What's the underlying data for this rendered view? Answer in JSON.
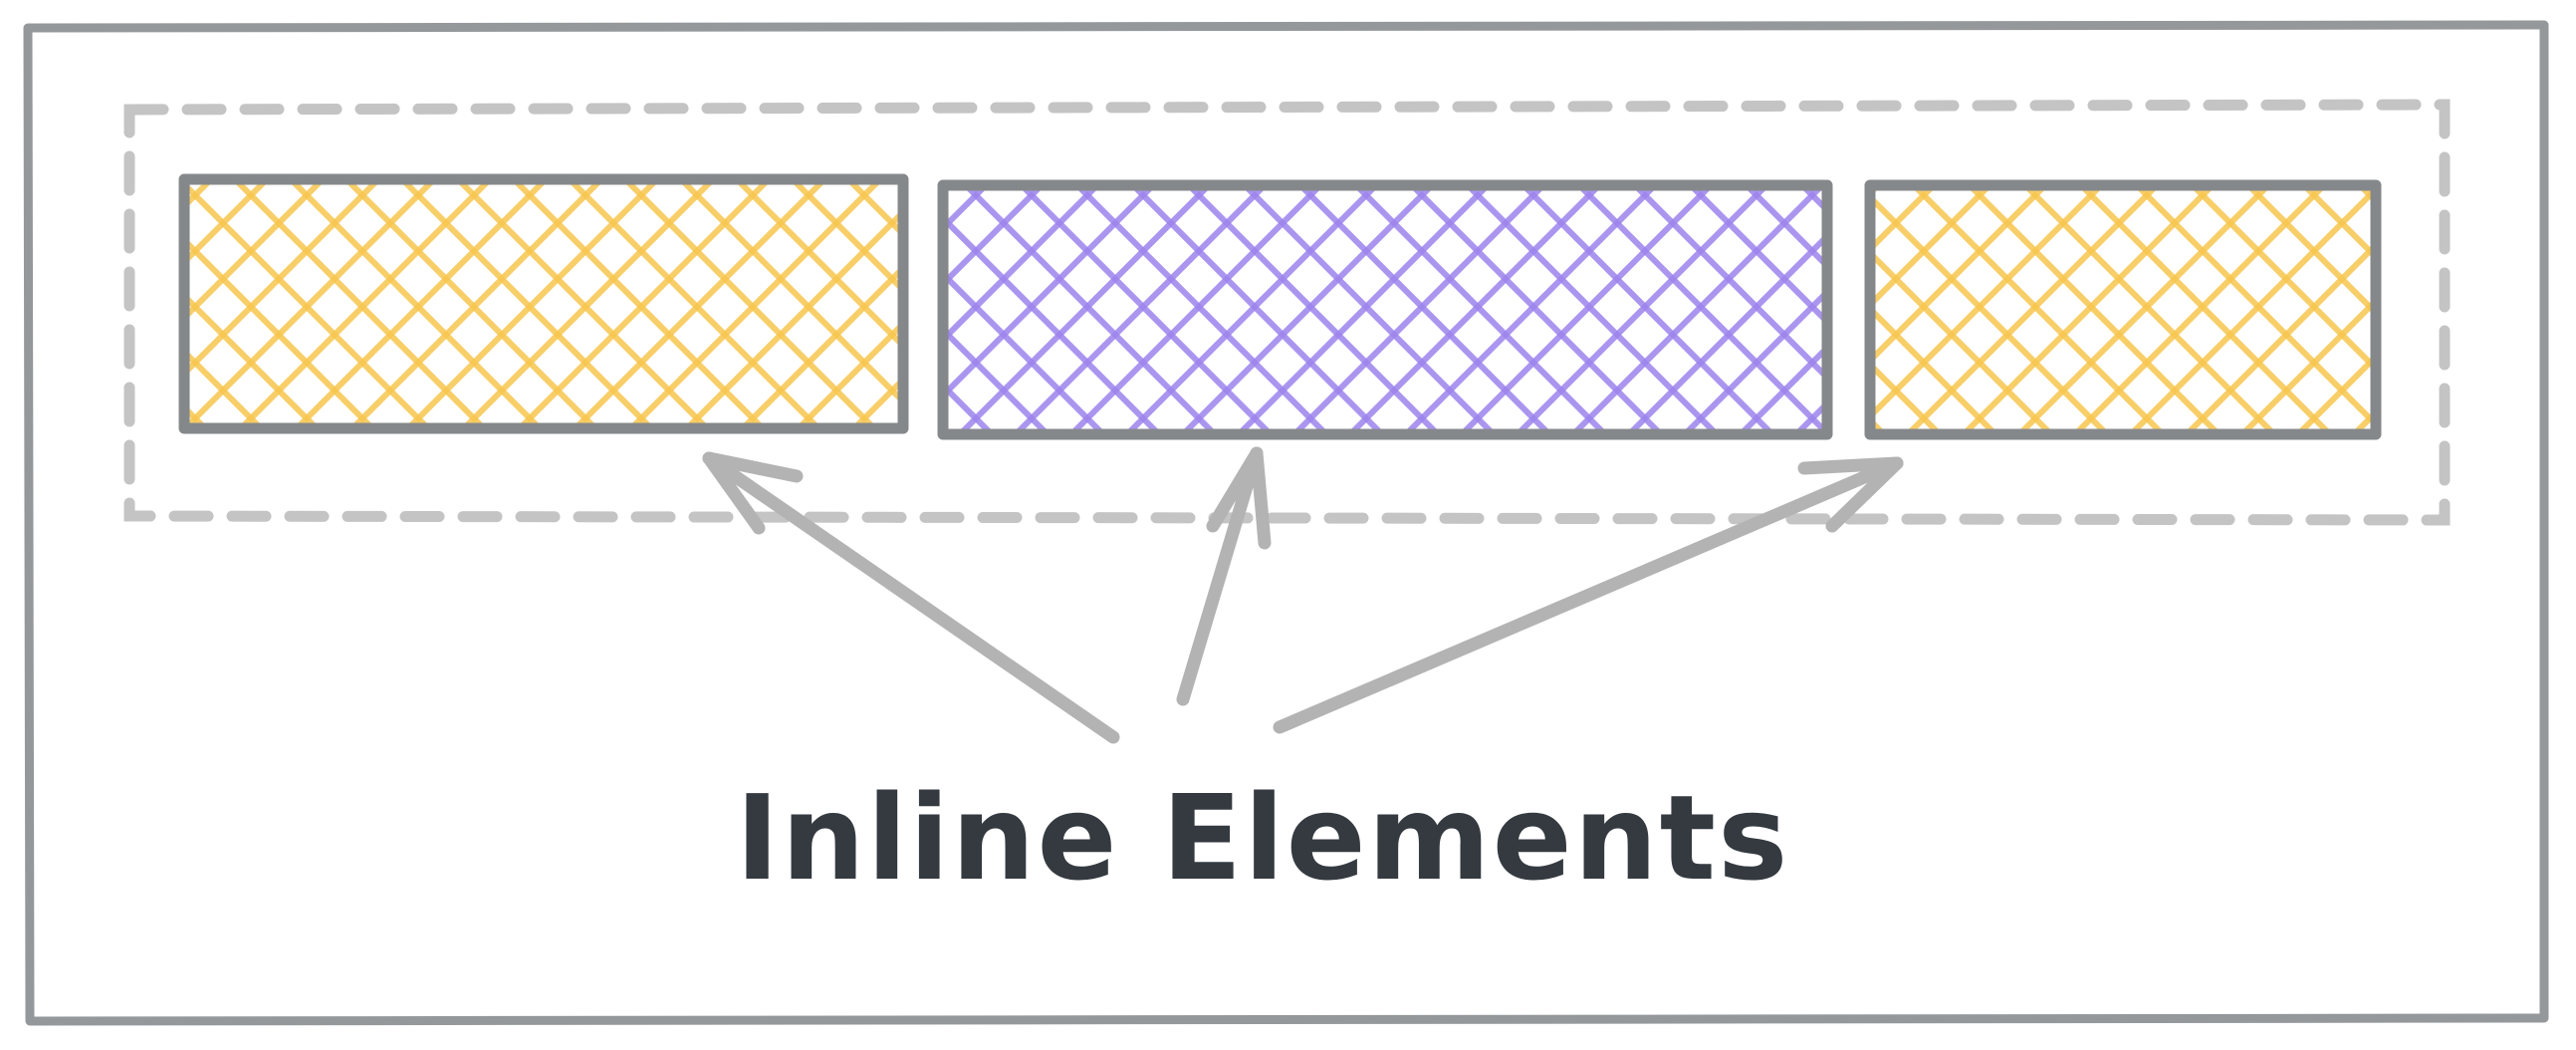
{
  "diagram": {
    "caption": "Inline Elements",
    "colors": {
      "frame": "#95989b",
      "container_dashed": "#c4c4c4",
      "box_border": "#85888b",
      "box_fill_yellow": "#f7c64d",
      "box_fill_purple": "#9b82ec",
      "arrow": "#b3b3b3",
      "text": "#343a40",
      "background": "#ffffff"
    },
    "elements": [
      {
        "name": "inline-element-1",
        "fill": "yellow"
      },
      {
        "name": "inline-element-2",
        "fill": "purple"
      },
      {
        "name": "inline-element-3",
        "fill": "yellow"
      }
    ]
  }
}
